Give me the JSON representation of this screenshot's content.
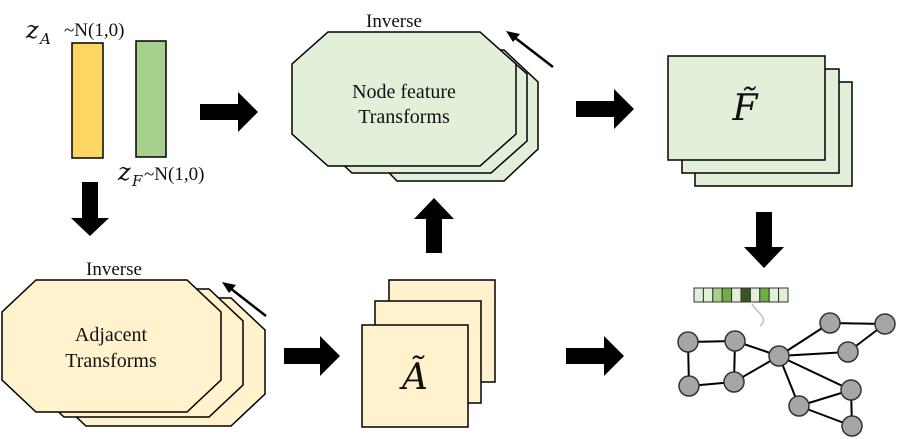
{
  "latents": {
    "za_symbol": "z",
    "za_sub": "A",
    "za_dist": "~N(1,0)",
    "zf_symbol": "z",
    "zf_sub": "F",
    "zf_dist": "~N(1,0)"
  },
  "node_transforms": {
    "tag": "Inverse",
    "line1": "Node feature",
    "line2": "Transforms"
  },
  "adjacent_transforms": {
    "tag": "Inverse",
    "line1": "Adjacent",
    "line2": "Transforms"
  },
  "outputs": {
    "f_tilde": "F̃",
    "a_tilde": "Ã"
  },
  "colors": {
    "yellow_bar": "#fdd563",
    "green_bar": "#a8d08d",
    "node_fill": "#e2f0d9",
    "adj_fill": "#fff2cc",
    "feature_cells": [
      "#e2f0d9",
      "#e2f0d9",
      "#a8d08d",
      "#70ad47",
      "#e2f0d9",
      "#375623",
      "#e2f0d9",
      "#70ad47",
      "#e2f0d9",
      "#e2f0d9"
    ],
    "graph_node": "#a6a6a6"
  }
}
